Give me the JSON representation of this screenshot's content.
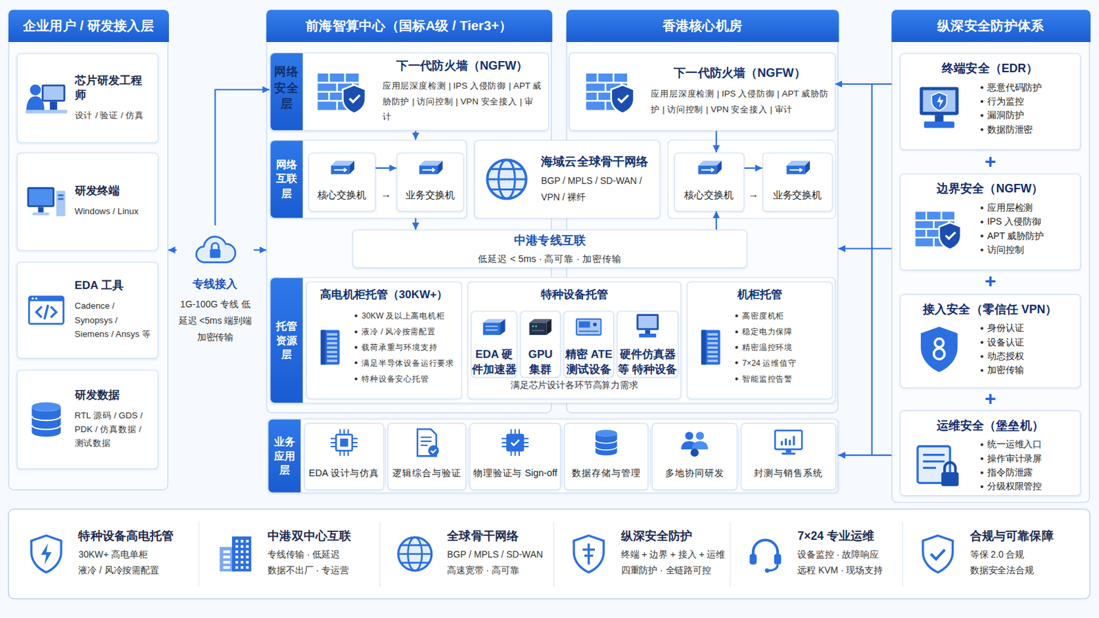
{
  "diagram": {
    "nodes": [
      {
        "text": [
          "企业用户 / 研发接入层"
        ]
      },
      {
        "text": [
          "芯片研发工程师",
          "设计 / 验证 / 仿真"
        ],
        "in": 0
      },
      {
        "text": [
          "研发终端",
          "Windows / Linux"
        ],
        "in": 0
      },
      {
        "text": [
          "EDA 工具",
          "Cadence / Synopsys / Siemens / Ansys 等"
        ],
        "in": 0
      },
      {
        "text": [
          "研发数据",
          "RTL 源码 / GDS / PDK / 仿真数据 / 测试数据"
        ],
        "in": 0
      },
      {
        "text": [
          "专线接入",
          "1G-100G 专线 低延迟 <5ms 端到端加密传输"
        ]
      },
      {
        "text": [
          "前海智算中心（国标A级 / Tier3+）"
        ]
      },
      {
        "text": [
          "香港核心机房"
        ]
      },
      {
        "text": [
          "网络安全层",
          "下一代防火墙（NGFW）",
          "应用层深度检测 | IPS 入侵防御 | APT 威胁防护 | 访问控制 | VPN 安全接入 | 审计"
        ],
        "in": 6
      },
      {
        "text": [
          "下一代防火墙（NGFW）",
          "应用层深度检测 | IPS 入侵防御 | APT 威胁防护 | 访问控制 | VPN 安全接入 | 审计"
        ],
        "in": 7
      },
      {
        "text": [
          "网络互联层"
        ],
        "in": 6
      },
      {
        "text": [
          "核心交换机"
        ],
        "in": 10
      },
      {
        "text": [
          "业务交换机"
        ],
        "in": 10
      },
      {
        "text": [
          "海域云全球骨干网络",
          "BGP / MPLS / SD-WAN / VPN / 裸纤"
        ]
      },
      {
        "text": [
          "核心交换机"
        ],
        "in": 7
      },
      {
        "text": [
          "业务交换机"
        ],
        "in": 7
      },
      {
        "text": [
          "中港专线互联",
          "低延迟 < 5ms · 高可靠 · 加密传输"
        ]
      },
      {
        "text": [
          "托管资源层"
        ]
      },
      {
        "text": [
          "高电机柜托管（30KW+）",
          "30KW 及以上高电机柜",
          "液冷 / 风冷按需配置",
          "载荷承重与环境支持",
          "满足半导体设备运行要求",
          "特种设备安心托管"
        ],
        "in": 17
      },
      {
        "text": [
          "特种设备托管",
          "满足芯片设计各环节高算力需求"
        ],
        "in": 17
      },
      {
        "text": [
          "EDA 硬件加速器"
        ],
        "in": 19
      },
      {
        "text": [
          "GPU 集群"
        ],
        "in": 19
      },
      {
        "text": [
          "精密 ATE 测试设备"
        ],
        "in": 19
      },
      {
        "text": [
          "硬件仿真器等 特种设备"
        ],
        "in": 19
      },
      {
        "text": [
          "机柜托管",
          "高密度机柜",
          "稳定电力保障",
          "精密温控环境",
          "7×24 运维值守",
          "智能监控告警"
        ],
        "in": 17
      },
      {
        "text": [
          "业务应用层"
        ]
      },
      {
        "text": [
          "EDA 设计与仿真"
        ],
        "in": 25
      },
      {
        "text": [
          "逻辑综合与验证"
        ],
        "in": 25
      },
      {
        "text": [
          "物理验证与 Sign-off"
        ],
        "in": 25
      },
      {
        "text": [
          "数据存储与管理"
        ],
        "in": 25
      },
      {
        "text": [
          "多地协同研发"
        ],
        "in": 25
      },
      {
        "text": [
          "封测与销售系统"
        ],
        "in": 25
      },
      {
        "text": [
          "纵深安全防护体系"
        ]
      },
      {
        "text": [
          "终端安全（EDR）",
          "恶意代码防护",
          "行为监控",
          "漏洞防护",
          "数据防泄密"
        ],
        "in": 32
      },
      {
        "text": [
          "边界安全（NGFW）",
          "应用层检测",
          "IPS 入侵防御",
          "APT 威胁防护",
          "访问控制"
        ],
        "in": 32
      },
      {
        "text": [
          "接入安全（零信任 VPN）",
          "身份认证",
          "设备认证",
          "动态授权",
          "加密传输"
        ],
        "in": 32
      },
      {
        "text": [
          "运维安全（堡垒机）",
          "统一运维入口",
          "操作审计录屏",
          "指令防泄露",
          "分级权限管控"
        ],
        "in": 32
      },
      {
        "text": [
          "特种设备高电托管",
          "30KW+ 高电单柜",
          "液冷 / 风冷按需配置"
        ]
      },
      {
        "text": [
          "中港双中心互联",
          "专线传输 · 低延迟",
          "数据不出厂 · 专运营"
        ]
      },
      {
        "text": [
          "全球骨干网络",
          "BGP / MPLS / SD-WAN",
          "高速宽带 · 高可靠"
        ]
      },
      {
        "text": [
          "纵深安全防护",
          "终端 + 边界 + 接入 + 运维",
          "四重防护 · 全链路可控"
        ]
      },
      {
        "text": [
          "7×24 专业运维",
          "设备监控 · 故障响应",
          "远程 KVM · 现场支持"
        ]
      },
      {
        "text": [
          "合规与可靠保障",
          "等保 2.0 合规",
          "数据安全法合规"
        ]
      }
    ],
    "edges": [
      {
        "from": 5,
        "to": 0,
        "arrow": "to"
      },
      {
        "from": 5,
        "to": 8,
        "arrow": "to"
      },
      {
        "from": 5,
        "to": 6,
        "arrow": "to"
      },
      {
        "from": 8,
        "to": 10,
        "arrow": "to"
      },
      {
        "from": 11,
        "to": 12,
        "arrow": "to"
      },
      {
        "from": 10,
        "to": 16,
        "arrow": "to"
      },
      {
        "from": 16,
        "to": 14,
        "arrow": "to"
      },
      {
        "from": 9,
        "to": 14,
        "arrow": "to"
      },
      {
        "from": 14,
        "to": 15,
        "arrow": "to"
      },
      {
        "from": 32,
        "to": 9,
        "arrow": "to"
      },
      {
        "from": 32,
        "to": 7,
        "arrow": "to"
      },
      {
        "from": 32,
        "to": 25,
        "arrow": "to"
      }
    ],
    "labels": [
      "→",
      "→",
      "+",
      "+",
      "+"
    ]
  }
}
